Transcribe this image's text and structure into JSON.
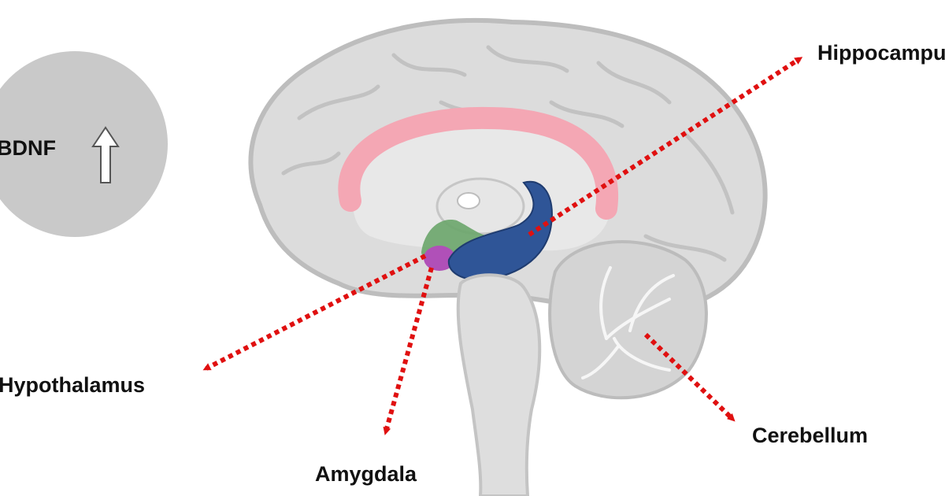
{
  "badge": {
    "label": "BDNF",
    "arrow_icon": "up-arrow-outline-icon"
  },
  "labels": {
    "hippocampus": "Hippocampus",
    "hypothalamus": "Hypothalamus",
    "amygdala": "Amygdala",
    "cerebellum": "Cerebellum"
  },
  "colors": {
    "badge_fill": "#c9c9c9",
    "brain_fill": "#dcdcdc",
    "brain_outline": "#bdbdbd",
    "corpus_callosum": "#f4a7b4",
    "hippocampus_region": "#2f5597",
    "hypothalamus_region": "#6aa56a",
    "amygdala_region": "#b050b8",
    "arrow": "#e01010"
  }
}
